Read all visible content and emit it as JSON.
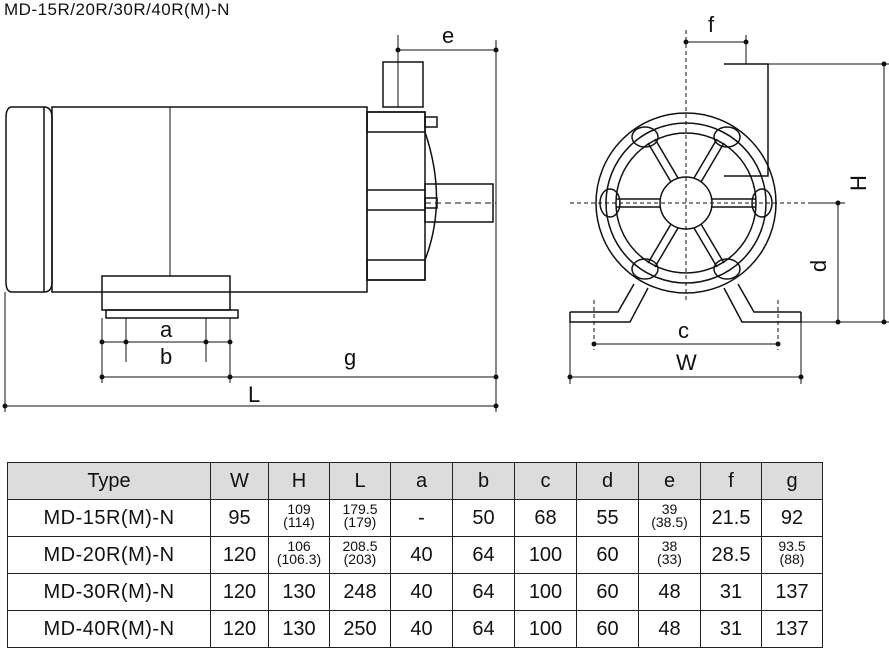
{
  "title": "MD-15R/20R/30R/40R(M)-N",
  "dimension_labels": {
    "a": "a",
    "b": "b",
    "g": "g",
    "L": "L",
    "e": "e",
    "f": "f",
    "H": "H",
    "d": "d",
    "c": "c",
    "W": "W"
  },
  "table": {
    "headers": [
      "Type",
      "W",
      "H",
      "L",
      "a",
      "b",
      "c",
      "d",
      "e",
      "f",
      "g"
    ],
    "rows": [
      {
        "type": "MD-15R(M)-N",
        "W": "95",
        "H": [
          "109",
          "(114)"
        ],
        "L": [
          "179.5",
          "(179)"
        ],
        "a": "-",
        "b": "50",
        "c": "68",
        "d": "55",
        "e": [
          "39",
          "(38.5)"
        ],
        "f": "21.5",
        "g": "92"
      },
      {
        "type": "MD-20R(M)-N",
        "W": "120",
        "H": [
          "106",
          "(106.3)"
        ],
        "L": [
          "208.5",
          "(203)"
        ],
        "a": "40",
        "b": "64",
        "c": "100",
        "d": "60",
        "e": [
          "38",
          "(33)"
        ],
        "f": "28.5",
        "g": [
          "93.5",
          "(88)"
        ]
      },
      {
        "type": "MD-30R(M)-N",
        "W": "120",
        "H": "130",
        "L": "248",
        "a": "40",
        "b": "64",
        "c": "100",
        "d": "60",
        "e": "48",
        "f": "31",
        "g": "137"
      },
      {
        "type": "MD-40R(M)-N",
        "W": "120",
        "H": "130",
        "L": "250",
        "a": "40",
        "b": "64",
        "c": "100",
        "d": "60",
        "e": "48",
        "f": "31",
        "g": "137"
      }
    ]
  }
}
